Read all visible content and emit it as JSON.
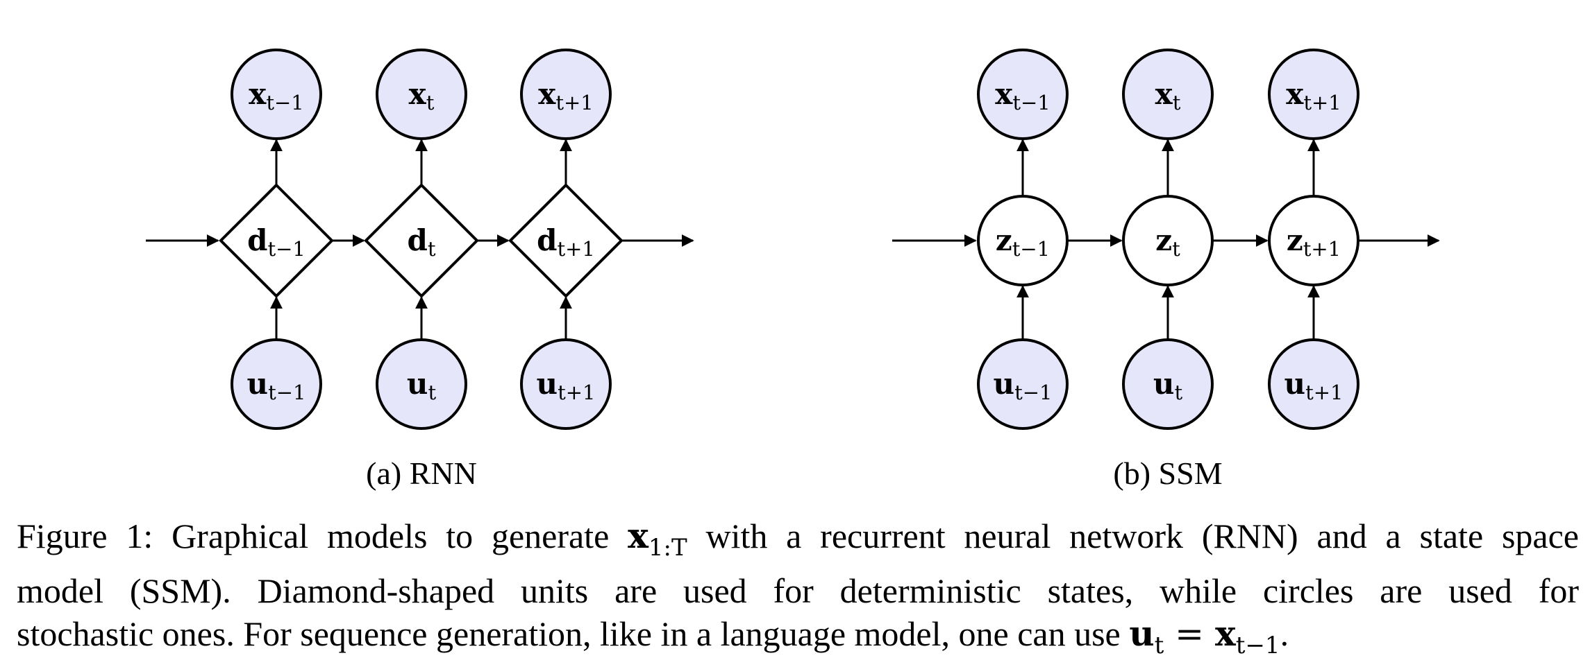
{
  "panels": [
    {
      "id": "rnn",
      "caption": "(a) RNN",
      "state_shape": "diamond",
      "outputs": [
        {
          "symbol": "x",
          "subscript": "t−1"
        },
        {
          "symbol": "x",
          "subscript": "t"
        },
        {
          "symbol": "x",
          "subscript": "t+1"
        }
      ],
      "states": [
        {
          "symbol": "d",
          "subscript": "t−1"
        },
        {
          "symbol": "d",
          "subscript": "t"
        },
        {
          "symbol": "d",
          "subscript": "t+1"
        }
      ],
      "inputs": [
        {
          "symbol": "u",
          "subscript": "t−1"
        },
        {
          "symbol": "u",
          "subscript": "t"
        },
        {
          "symbol": "u",
          "subscript": "t+1"
        }
      ]
    },
    {
      "id": "ssm",
      "caption": "(b) SSM",
      "state_shape": "circle",
      "outputs": [
        {
          "symbol": "x",
          "subscript": "t−1"
        },
        {
          "symbol": "x",
          "subscript": "t"
        },
        {
          "symbol": "x",
          "subscript": "t+1"
        }
      ],
      "states": [
        {
          "symbol": "z",
          "subscript": "t−1"
        },
        {
          "symbol": "z",
          "subscript": "t"
        },
        {
          "symbol": "z",
          "subscript": "t+1"
        }
      ],
      "inputs": [
        {
          "symbol": "u",
          "subscript": "t−1"
        },
        {
          "symbol": "u",
          "subscript": "t"
        },
        {
          "symbol": "u",
          "subscript": "t+1"
        }
      ]
    }
  ],
  "caption": {
    "line1_a": "Figure 1: Graphical models to generate ",
    "line1_sym": "x",
    "line1_sub": "1:T",
    "line1_b": " with a recurrent neural network (RNN) and a state space",
    "line2": "model (SSM). Diamond-shaped units are used for deterministic states, while circles are used for",
    "line3_a": "stochastic ones. For sequence generation, like in a language model, one can use ",
    "line3_sym1": "u",
    "line3_sub1": "t",
    "line3_eq": " = ",
    "line3_sym2": "x",
    "line3_sub2": "t−1",
    "line3_end": "."
  },
  "colors": {
    "observed_fill": "#e6e6fa",
    "stroke": "#000000",
    "state_fill": "#ffffff"
  }
}
